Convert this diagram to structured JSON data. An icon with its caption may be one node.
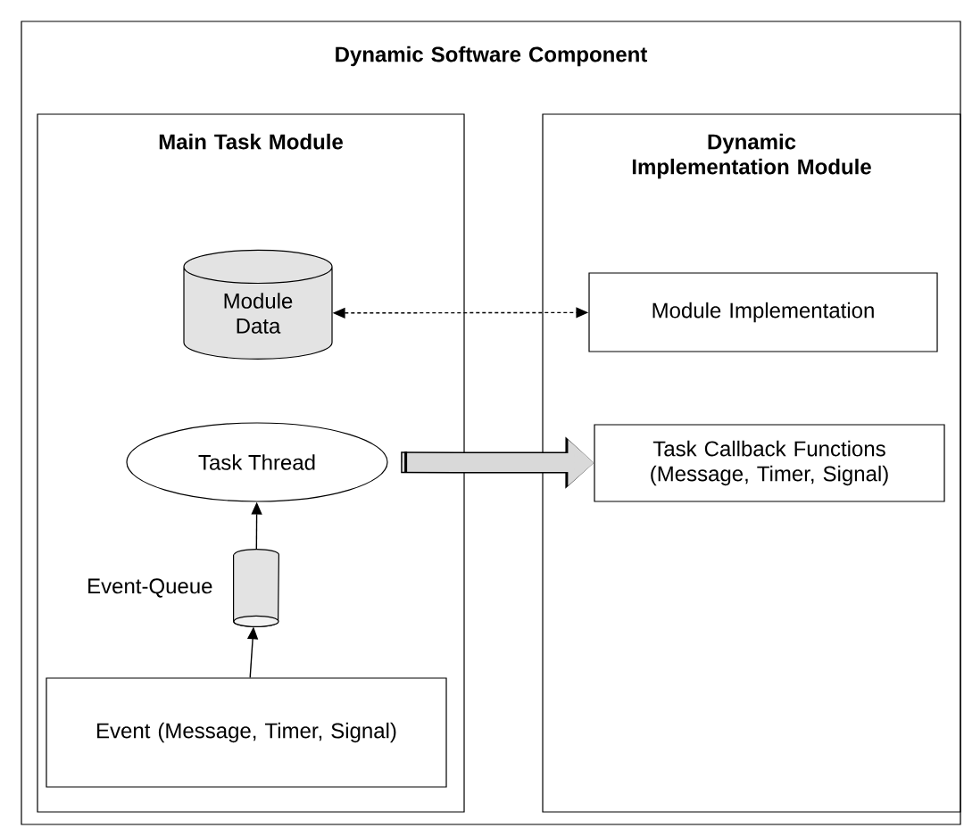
{
  "diagram": {
    "nodes": [
      {
        "text": [
          "Dynamic Software Component"
        ]
      },
      {
        "text": [
          "Main Task Module"
        ],
        "in": 0
      },
      {
        "text": [
          "Dynamic Implementation Module"
        ],
        "in": 0
      },
      {
        "text": [
          "Module Data"
        ],
        "in": 1
      },
      {
        "text": [
          "Module Implementation"
        ],
        "in": 2
      },
      {
        "text": [
          "Task Thread"
        ],
        "in": 1
      },
      {
        "text": [
          "Task Callback Functions (Message, Timer, Signal)"
        ],
        "in": 2
      },
      {
        "text": [],
        "shape": "cylinder",
        "beside": [
          "Event-Queue"
        ],
        "in": 1
      },
      {
        "text": [
          "Event (Message, Timer, Signal)"
        ],
        "in": 1
      }
    ],
    "edges": [
      {
        "from": 3,
        "to": 4,
        "arrow": "both",
        "style": "dashed"
      },
      {
        "from": 5,
        "to": 6,
        "arrow": "to",
        "style": "thick",
        "color": "#d9d9d9"
      },
      {
        "from": 7,
        "to": 5,
        "arrow": "to"
      },
      {
        "from": 8,
        "to": 7,
        "arrow": "to"
      }
    ]
  }
}
